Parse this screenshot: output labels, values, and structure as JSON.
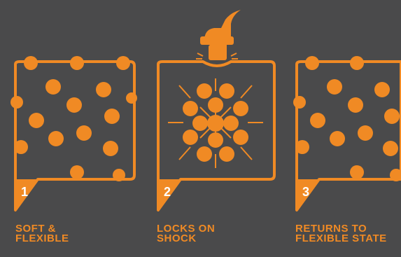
{
  "colors": {
    "background": "#4a4a4b",
    "accent": "#f08a24",
    "number": "#ffffff"
  },
  "panels": [
    {
      "number": "1",
      "label_line1": "SOFT &",
      "label_line2": "FLEXIBLE",
      "state": "soft"
    },
    {
      "number": "2",
      "label_line1": "LOCKS ON",
      "label_line2": "SHOCK",
      "state": "locked"
    },
    {
      "number": "3",
      "label_line1": "RETURNS TO",
      "label_line2": "FLEXIBLE STATE",
      "state": "returned"
    }
  ],
  "icons": {
    "impact": "hammer-icon"
  }
}
